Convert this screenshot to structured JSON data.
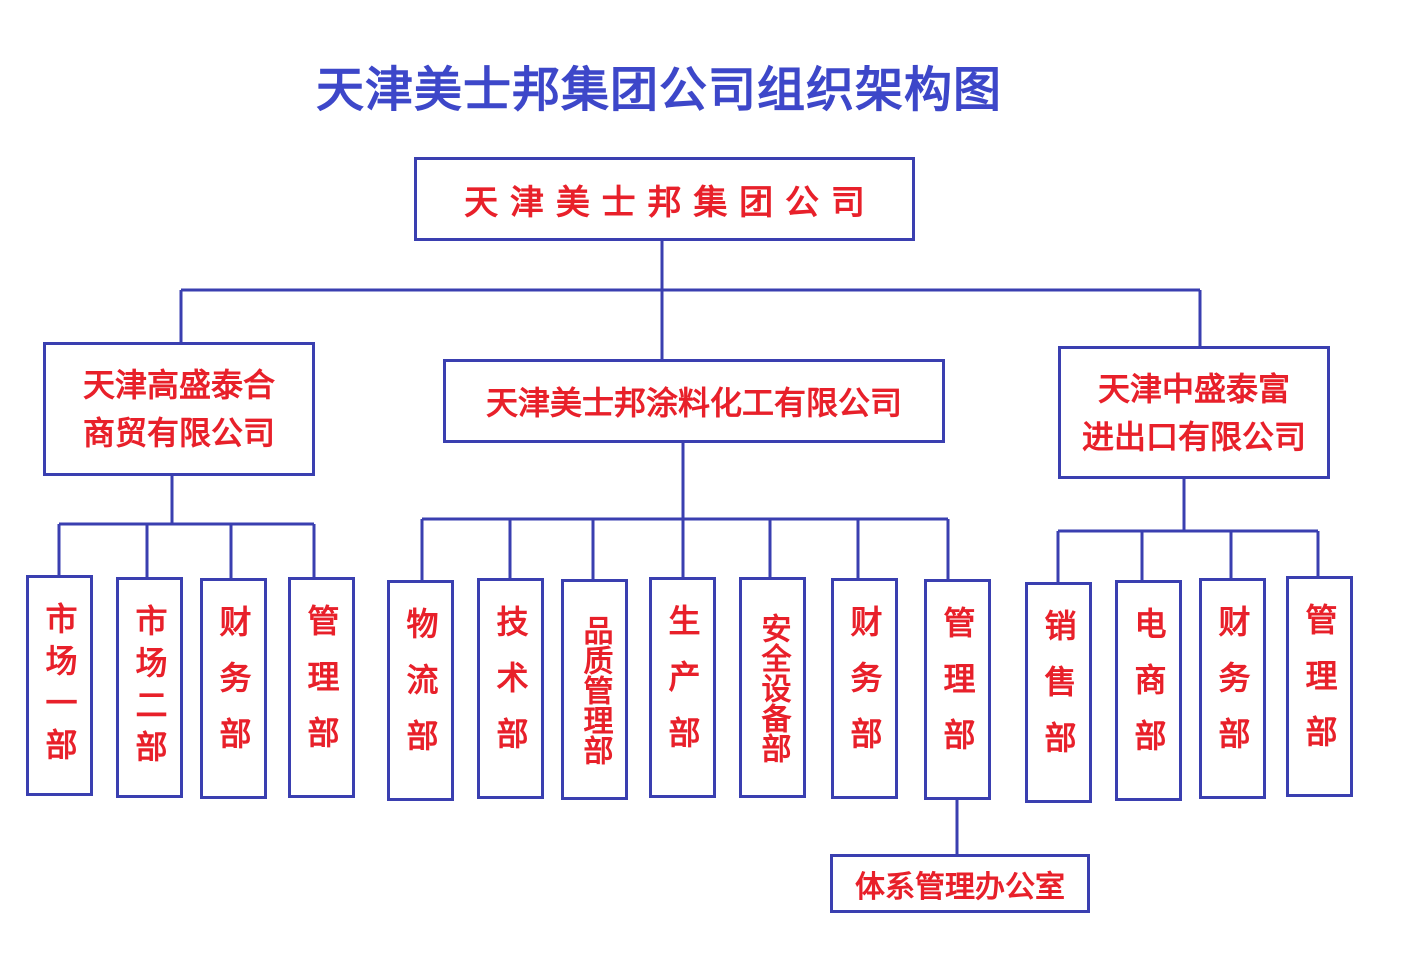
{
  "title": "天津美士邦集团公司组织架构图",
  "colors": {
    "title": "#3d47c9",
    "box_border": "#3a3fb0",
    "box_text": "#e8202a",
    "connector": "#3a3fb0"
  },
  "root": {
    "label": "天 津 美 士 邦 集 团 公 司"
  },
  "companies": [
    {
      "label_line1": "天津高盛泰合",
      "label_line2": "商贸有限公司",
      "departments": [
        "市场一部",
        "市场二部",
        "财务部",
        "管理部"
      ]
    },
    {
      "label_line1": "天津美士邦涂料化工有限公司",
      "label_line2": "",
      "departments": [
        "物流部",
        "技术部",
        "品质管理部",
        "生产部",
        "安全设备部",
        "财务部",
        "管理部"
      ]
    },
    {
      "label_line1": "天津中盛泰富",
      "label_line2": "进出口有限公司",
      "departments": [
        "销售部",
        "电商部",
        "财务部",
        "管理部"
      ]
    }
  ],
  "sub_office": {
    "label": "体系管理办公室"
  }
}
